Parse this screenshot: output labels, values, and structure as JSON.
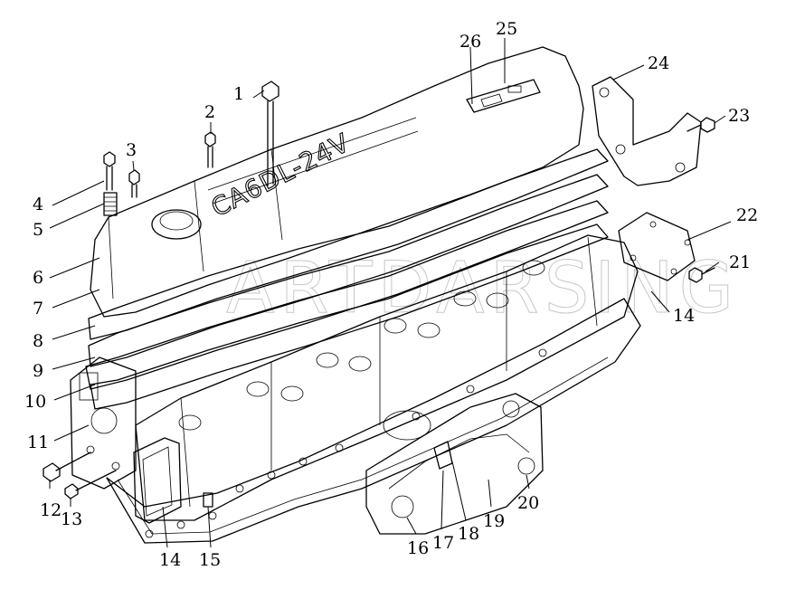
{
  "cover_marking": "CA6DL-24V",
  "watermark": "ARTDARSING",
  "callouts": [
    {
      "id": "1",
      "label": "1"
    },
    {
      "id": "2",
      "label": "2"
    },
    {
      "id": "3",
      "label": "3"
    },
    {
      "id": "4",
      "label": "4"
    },
    {
      "id": "5",
      "label": "5"
    },
    {
      "id": "6",
      "label": "6"
    },
    {
      "id": "7",
      "label": "7"
    },
    {
      "id": "8",
      "label": "8"
    },
    {
      "id": "9",
      "label": "9"
    },
    {
      "id": "10",
      "label": "10"
    },
    {
      "id": "11",
      "label": "11"
    },
    {
      "id": "12",
      "label": "12"
    },
    {
      "id": "13",
      "label": "13"
    },
    {
      "id": "14a",
      "label": "14"
    },
    {
      "id": "14b",
      "label": "14"
    },
    {
      "id": "15",
      "label": "15"
    },
    {
      "id": "16",
      "label": "16"
    },
    {
      "id": "17",
      "label": "17"
    },
    {
      "id": "18",
      "label": "18"
    },
    {
      "id": "19",
      "label": "19"
    },
    {
      "id": "20",
      "label": "20"
    },
    {
      "id": "21",
      "label": "21"
    },
    {
      "id": "22",
      "label": "22"
    },
    {
      "id": "23",
      "label": "23"
    },
    {
      "id": "24",
      "label": "24"
    },
    {
      "id": "25",
      "label": "25"
    },
    {
      "id": "26",
      "label": "26"
    }
  ]
}
